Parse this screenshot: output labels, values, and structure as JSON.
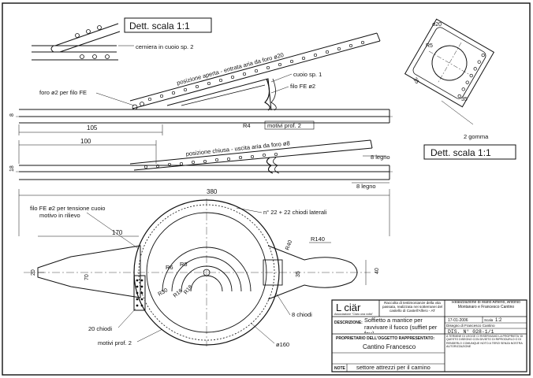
{
  "detail_top_left": "Dett. scala 1:1",
  "detail_right": "Dett. scala 1:1",
  "labels": {
    "hinge": "cerniera in cuoio sp. 2",
    "open_pos": "posizione aperta - entrata aria da foro ø20",
    "leather": "cuoio sp. 1",
    "wire": "filo FE ø2",
    "hole_wire": "foro ø2 per filo FE",
    "r4": "R4",
    "motifs": "motivi prof. 2",
    "closed_pos": "posizione chiusa - uscita aria da foro ø8",
    "wood_8a": "8 legno",
    "wood_8b": "8 legno",
    "wire_tension": "filo FE ø2 per tensione cuoio",
    "relief": "motivo in rilievo",
    "nails_lateral": "n° 22 + 22 chiodi laterali",
    "nails_20": "20 chiodi",
    "nails_8": "8 chiodi",
    "motifs2": "motivi prof. 2",
    "rubber": "2 gomma"
  },
  "dims": {
    "d105": "105",
    "d100": "100",
    "d380": "380",
    "d170": "170",
    "d8": "8",
    "d18": "18",
    "d20": "20",
    "d70": "70",
    "d35": "35",
    "d40": "40",
    "r140": "R140",
    "r40": "R40",
    "r6": "R6",
    "r8": "R8",
    "r30": "R30",
    "r16": "R16",
    "r18": "R18",
    "d160": "ø160",
    "det_d20": "ø20",
    "det_r5": "R5",
    "det_35a": "35",
    "det_35b": "35"
  },
  "title_block": {
    "logo": "L ciär",
    "association": "Associazione \"Ciaro una volta\"",
    "collection": "Raccolta di testimonianze della vita passata, realizzata nei sotterranei del castello di Castell'Alfero - AT",
    "authors": "Realizzazione di Mario Amerio, Antonio Montanaro e Francesco Cantino",
    "date": "17-01-2006",
    "scale_label": "Scala",
    "scale_value": "1:2",
    "drawn_by": "Disegno di Francesco Cantino",
    "drawing_no": "DIS. N° 028-1/1",
    "desc_label": "DESCRIZIONE:",
    "desc_value": "Soffietto a mantice per ravvivare il fuoco (suffiet per feu)",
    "owner_label": "PROPRIETARIO DELL'OGGETTO RAPPRESENTATO:",
    "owner_value": "Cantino Francesco",
    "notes_label": "NOTE",
    "notes_value": "settore attrezzi per il camino",
    "rights": "A TERMINE DI LEGGE CI RISERVIAMO LA PROPRIETA' DI QUESTO DISEGNO CON DIVIETO DI RIPRODURLO O DI RENDERLO COMUNQUE NOTO A TERZI SENZA NOSTRA AUTORIZZAZIONE"
  }
}
